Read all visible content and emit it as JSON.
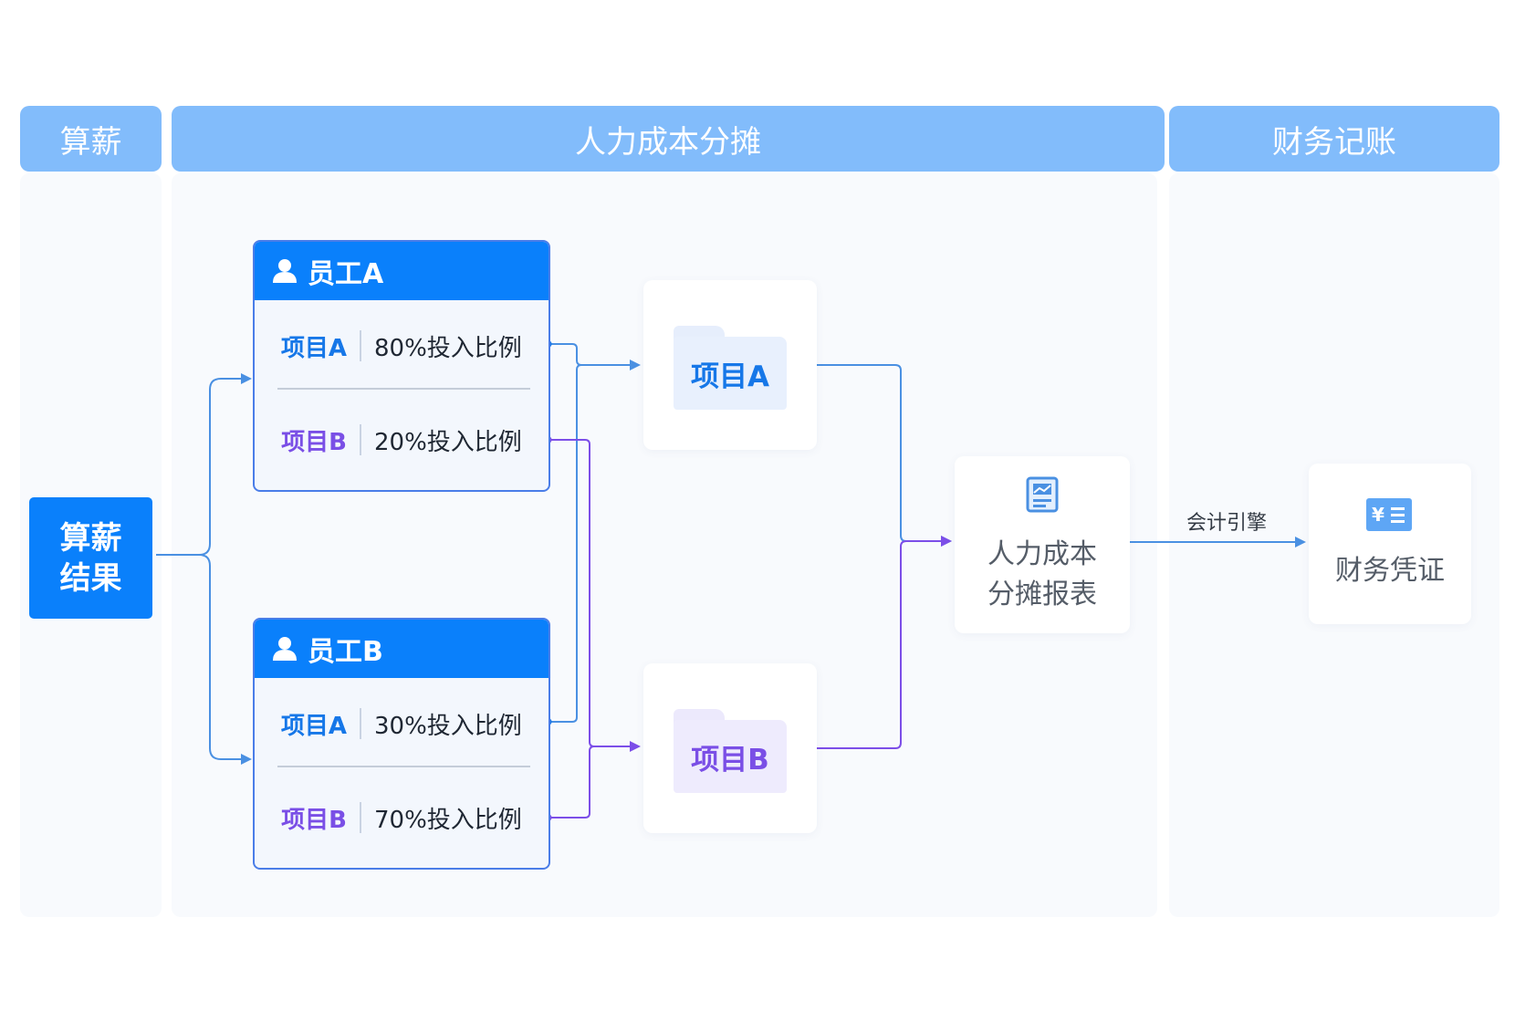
{
  "lanes": {
    "salary": "算薪",
    "allocation": "人力成本分摊",
    "accounting": "财务记账"
  },
  "salary_result": {
    "line1": "算薪",
    "line2": "结果"
  },
  "employees": [
    {
      "name": "员工A",
      "rows": [
        {
          "project": "项目A",
          "ratio": "80%投入比例"
        },
        {
          "project": "项目B",
          "ratio": "20%投入比例"
        }
      ]
    },
    {
      "name": "员工B",
      "rows": [
        {
          "project": "项目A",
          "ratio": "30%投入比例"
        },
        {
          "project": "项目B",
          "ratio": "70%投入比例"
        }
      ]
    }
  ],
  "projects": {
    "a": "项目A",
    "b": "项目B"
  },
  "report": {
    "line1": "人力成本",
    "line2": "分摊报表"
  },
  "engine_label": "会计引擎",
  "voucher": "财务凭证",
  "colors": {
    "blue": "#0a80fb",
    "lane_header": "#82bcfb",
    "project_a_text": "#1677e8",
    "project_b_text": "#7a4fe6",
    "line_blue": "#4a90e2",
    "line_purple": "#7c4ee8"
  },
  "icons": [
    "user-icon",
    "folder-icon",
    "report-chart-icon",
    "voucher-yen-icon"
  ]
}
